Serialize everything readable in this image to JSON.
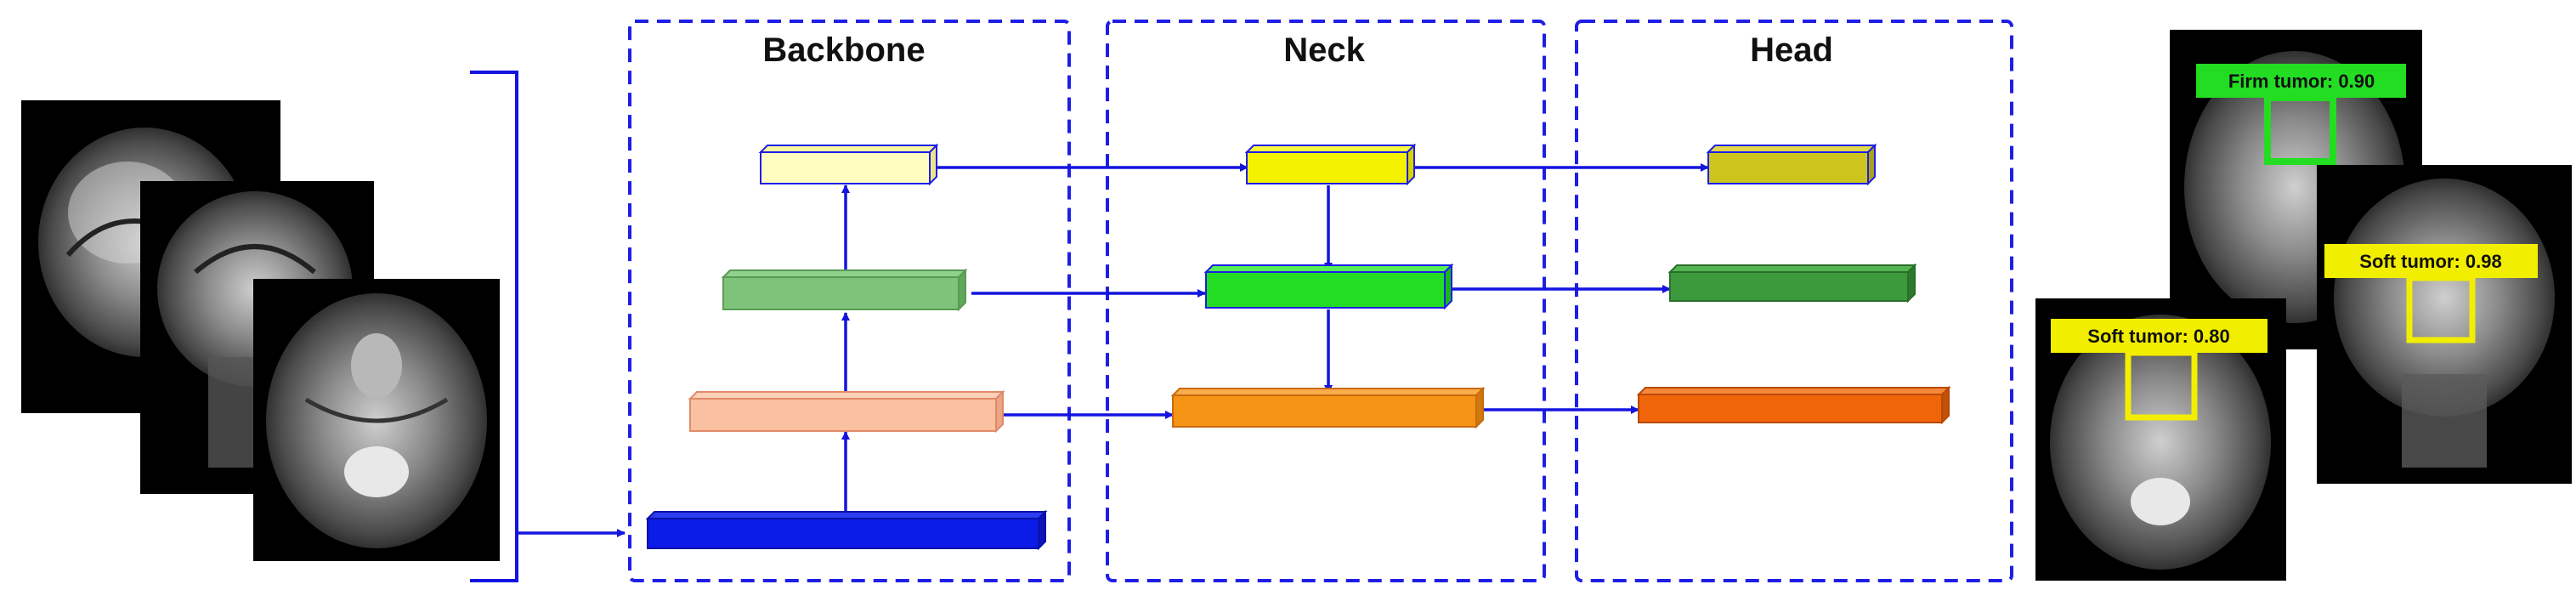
{
  "sections": {
    "backbone_title": "Backbone",
    "neck_title": "Neck",
    "head_title": "Head"
  },
  "colors": {
    "frame": "#1e1ee6",
    "arrow": "#1414e0",
    "backbone_top": "#fffcc0",
    "backbone_mid": "#7dc47a",
    "backbone_low": "#f9c1a0",
    "backbone_base": "#0b1be8",
    "neck_top": "#f5f200",
    "neck_mid": "#22dd22",
    "neck_low": "#f59314",
    "head_top": "#cdc51e",
    "head_mid": "#3c9a3c",
    "head_low": "#f0650a",
    "firm_box": "#22dd22",
    "soft_box": "#f2ee00"
  },
  "detections": {
    "firm": "Firm tumor: 0.90",
    "soft_right": "Soft tumor: 0.98",
    "soft_left": "Soft tumor: 0.80"
  }
}
